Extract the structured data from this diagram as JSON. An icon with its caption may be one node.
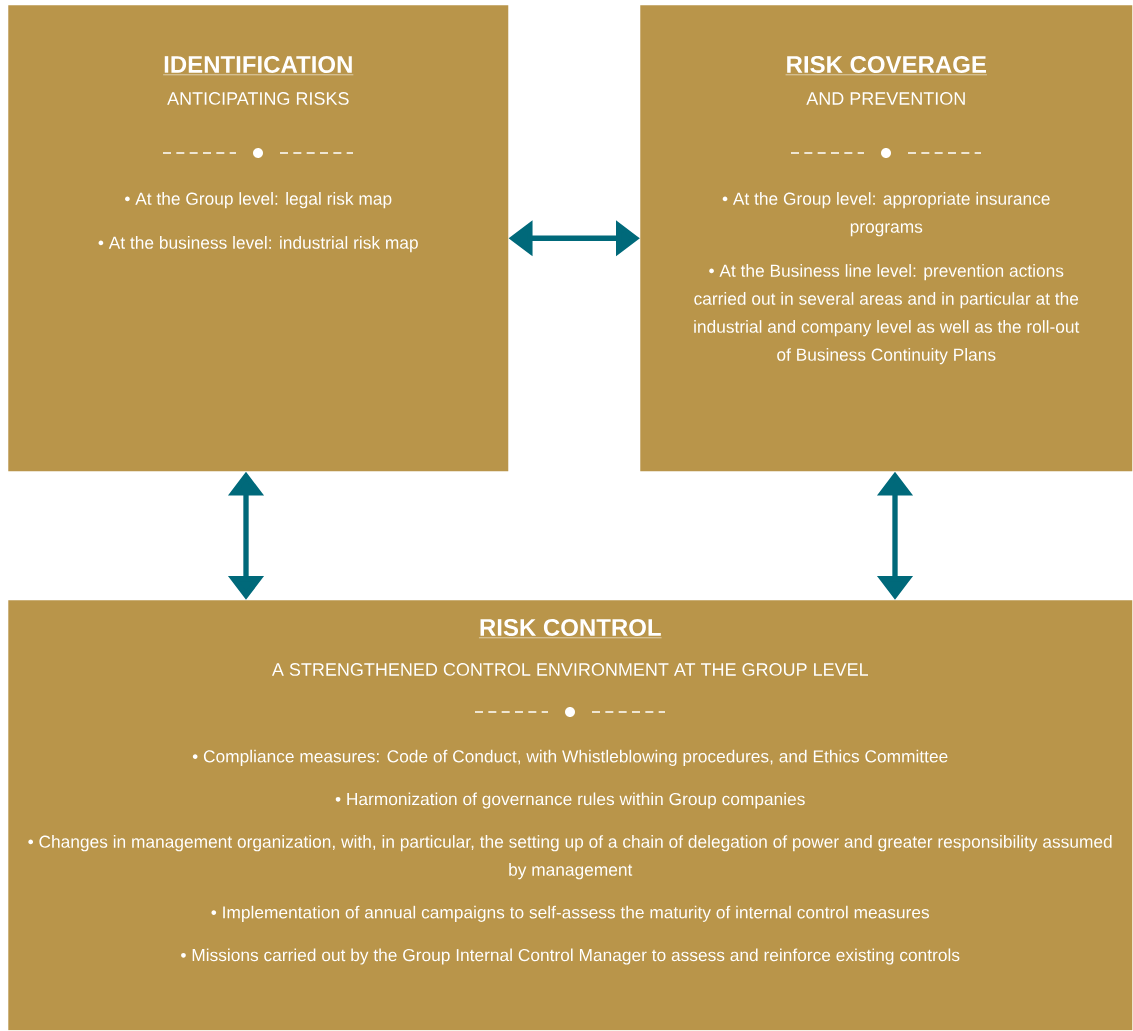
{
  "diagram": {
    "nodes": [
      {
        "text": [
          "IDENTIFICATION",
          "ANTICIPATING RISKS",
          "• At the Group level: legal risk map",
          "• At the business level: industrial risk map"
        ]
      },
      {
        "text": [
          "RISK COVERAGE",
          "AND PREVENTION",
          "• At the Group level: appropriate insurance programs",
          "• At the Business line level: prevention actions carried out in several areas and in particular at the industrial and company level as well as the roll-out of Business Continuity Plans"
        ]
      },
      {
        "text": [
          "RISK CONTROL",
          "A STRENGTHENED CONTROL ENVIRONMENT AT THE GROUP LEVEL",
          "• Compliance measures: Code of Conduct, with Whistleblowing procedures, and Ethics Committee",
          "• Harmonization of governance rules within Group companies",
          "• Changes in management organization, with, in particular, the setting up of a chain of delegation of power and greater responsibility assumed by management",
          "• Implementation of annual campaigns to self-assess the maturity of internal control measures",
          "• Missions carried out by the Group Internal Control Manager to assess and reinforce existing controls"
        ]
      }
    ],
    "edges": [
      {
        "from": 0,
        "to": 1,
        "arrow": "both"
      },
      {
        "from": 0,
        "to": 2,
        "arrow": "both"
      },
      {
        "from": 1,
        "to": 2,
        "arrow": "both"
      }
    ]
  }
}
